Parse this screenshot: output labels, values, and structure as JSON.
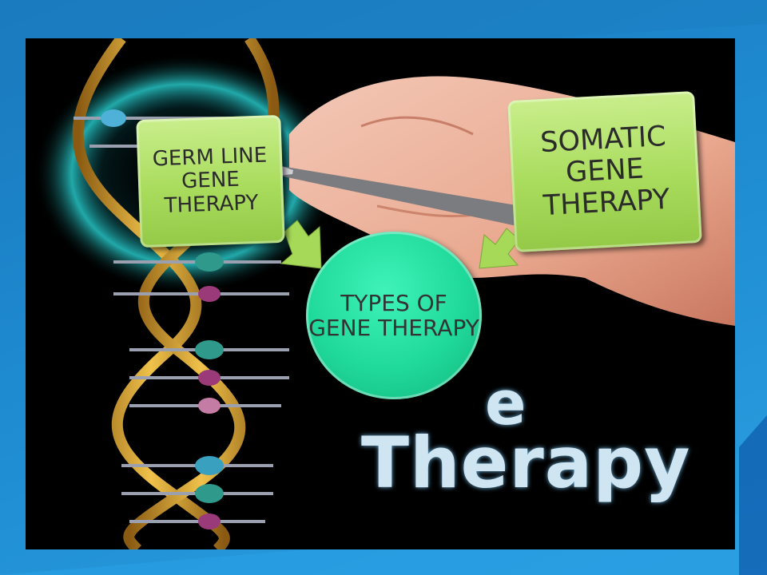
{
  "nodes": {
    "germ_line": "GERM LINE GENE THERAPY",
    "somatic": "SOMATIC GENE THERAPY",
    "center": "TYPES OF GENE THERAPY"
  },
  "background_text": {
    "partial": "e",
    "word": "Therapy"
  },
  "colors": {
    "slide_background": "#1e8ad0",
    "leaf_node": "#a9dc5d",
    "center_node": "#1fd99a"
  },
  "icons": [
    "dna-helix-image",
    "hand-with-pen-image",
    "arrow-right-down-icon",
    "arrow-left-down-icon"
  ]
}
